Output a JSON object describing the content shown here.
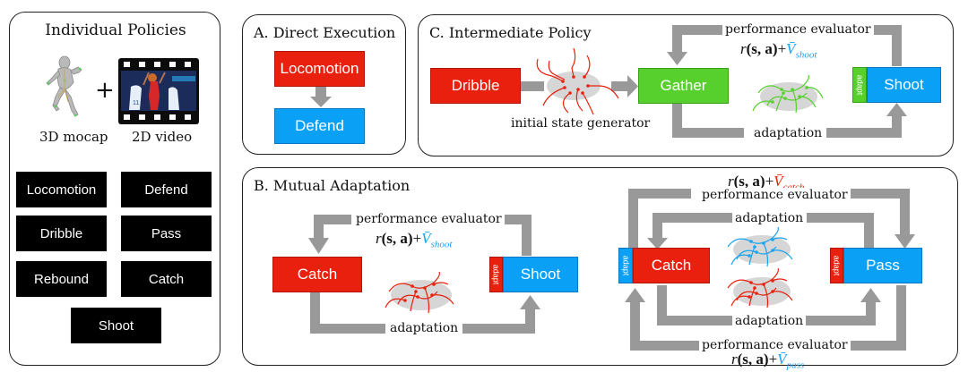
{
  "individual_policies": {
    "title": "Individual Policies",
    "plus": "+",
    "mocap_caption": "3D mocap",
    "video_caption": "2D video",
    "mocap_icon": "humanoid-figure",
    "video_icon": "film-strip-basketball",
    "skills": [
      "Locomotion",
      "Defend",
      "Dribble",
      "Pass",
      "Rebound",
      "Catch",
      "Shoot"
    ]
  },
  "panel_a": {
    "title": "A. Direct Execution",
    "top_box": "Locomotion",
    "bottom_box": "Defend"
  },
  "panel_c": {
    "title": "C. Intermediate Policy",
    "source_box": "Dribble",
    "middle_box": "Gather",
    "target_box": "Shoot",
    "adapt_tag": "adapt",
    "generator_label": "initial state generator",
    "evaluator_label": "performance evaluator",
    "adaptation_label": "adaptation",
    "formula": {
      "r": "r",
      "args": "(s, a)",
      "plus": "+",
      "v": "V̄",
      "sub": "shoot"
    }
  },
  "panel_b": {
    "title": "B. Mutual Adaptation",
    "left": {
      "box_a": "Catch",
      "box_b": "Shoot",
      "adapt_tag": "adapt",
      "evaluator_label": "performance evaluator",
      "adaptation_label": "adaptation",
      "formula": {
        "r": "r",
        "args": "(s, a)",
        "plus": "+",
        "v": "V̄",
        "sub": "shoot"
      }
    },
    "right": {
      "box_a": "Catch",
      "box_b": "Pass",
      "adapt_tag_a": "adapt",
      "adapt_tag_b": "adapt",
      "top_formula": {
        "r": "r",
        "args": "(s, a)",
        "plus": "+",
        "v": "V̄",
        "sub": "catch"
      },
      "top_evaluator_label": "performance evaluator",
      "top_adaptation_label": "adaptation",
      "bottom_adaptation_label": "adaptation",
      "bottom_evaluator_label": "performance evaluator",
      "bottom_formula": {
        "r": "r",
        "args": "(s, a)",
        "plus": "+",
        "v": "V̄",
        "sub": "pass"
      }
    }
  },
  "colors": {
    "red": "#e8200d",
    "blue": "#0aa0f5",
    "green": "#57d02e",
    "arrow_gray": "#999999",
    "cloud_gray": "#d6d6d6",
    "formula_blue": "#1aa3f0",
    "formula_red": "#e8200d"
  }
}
